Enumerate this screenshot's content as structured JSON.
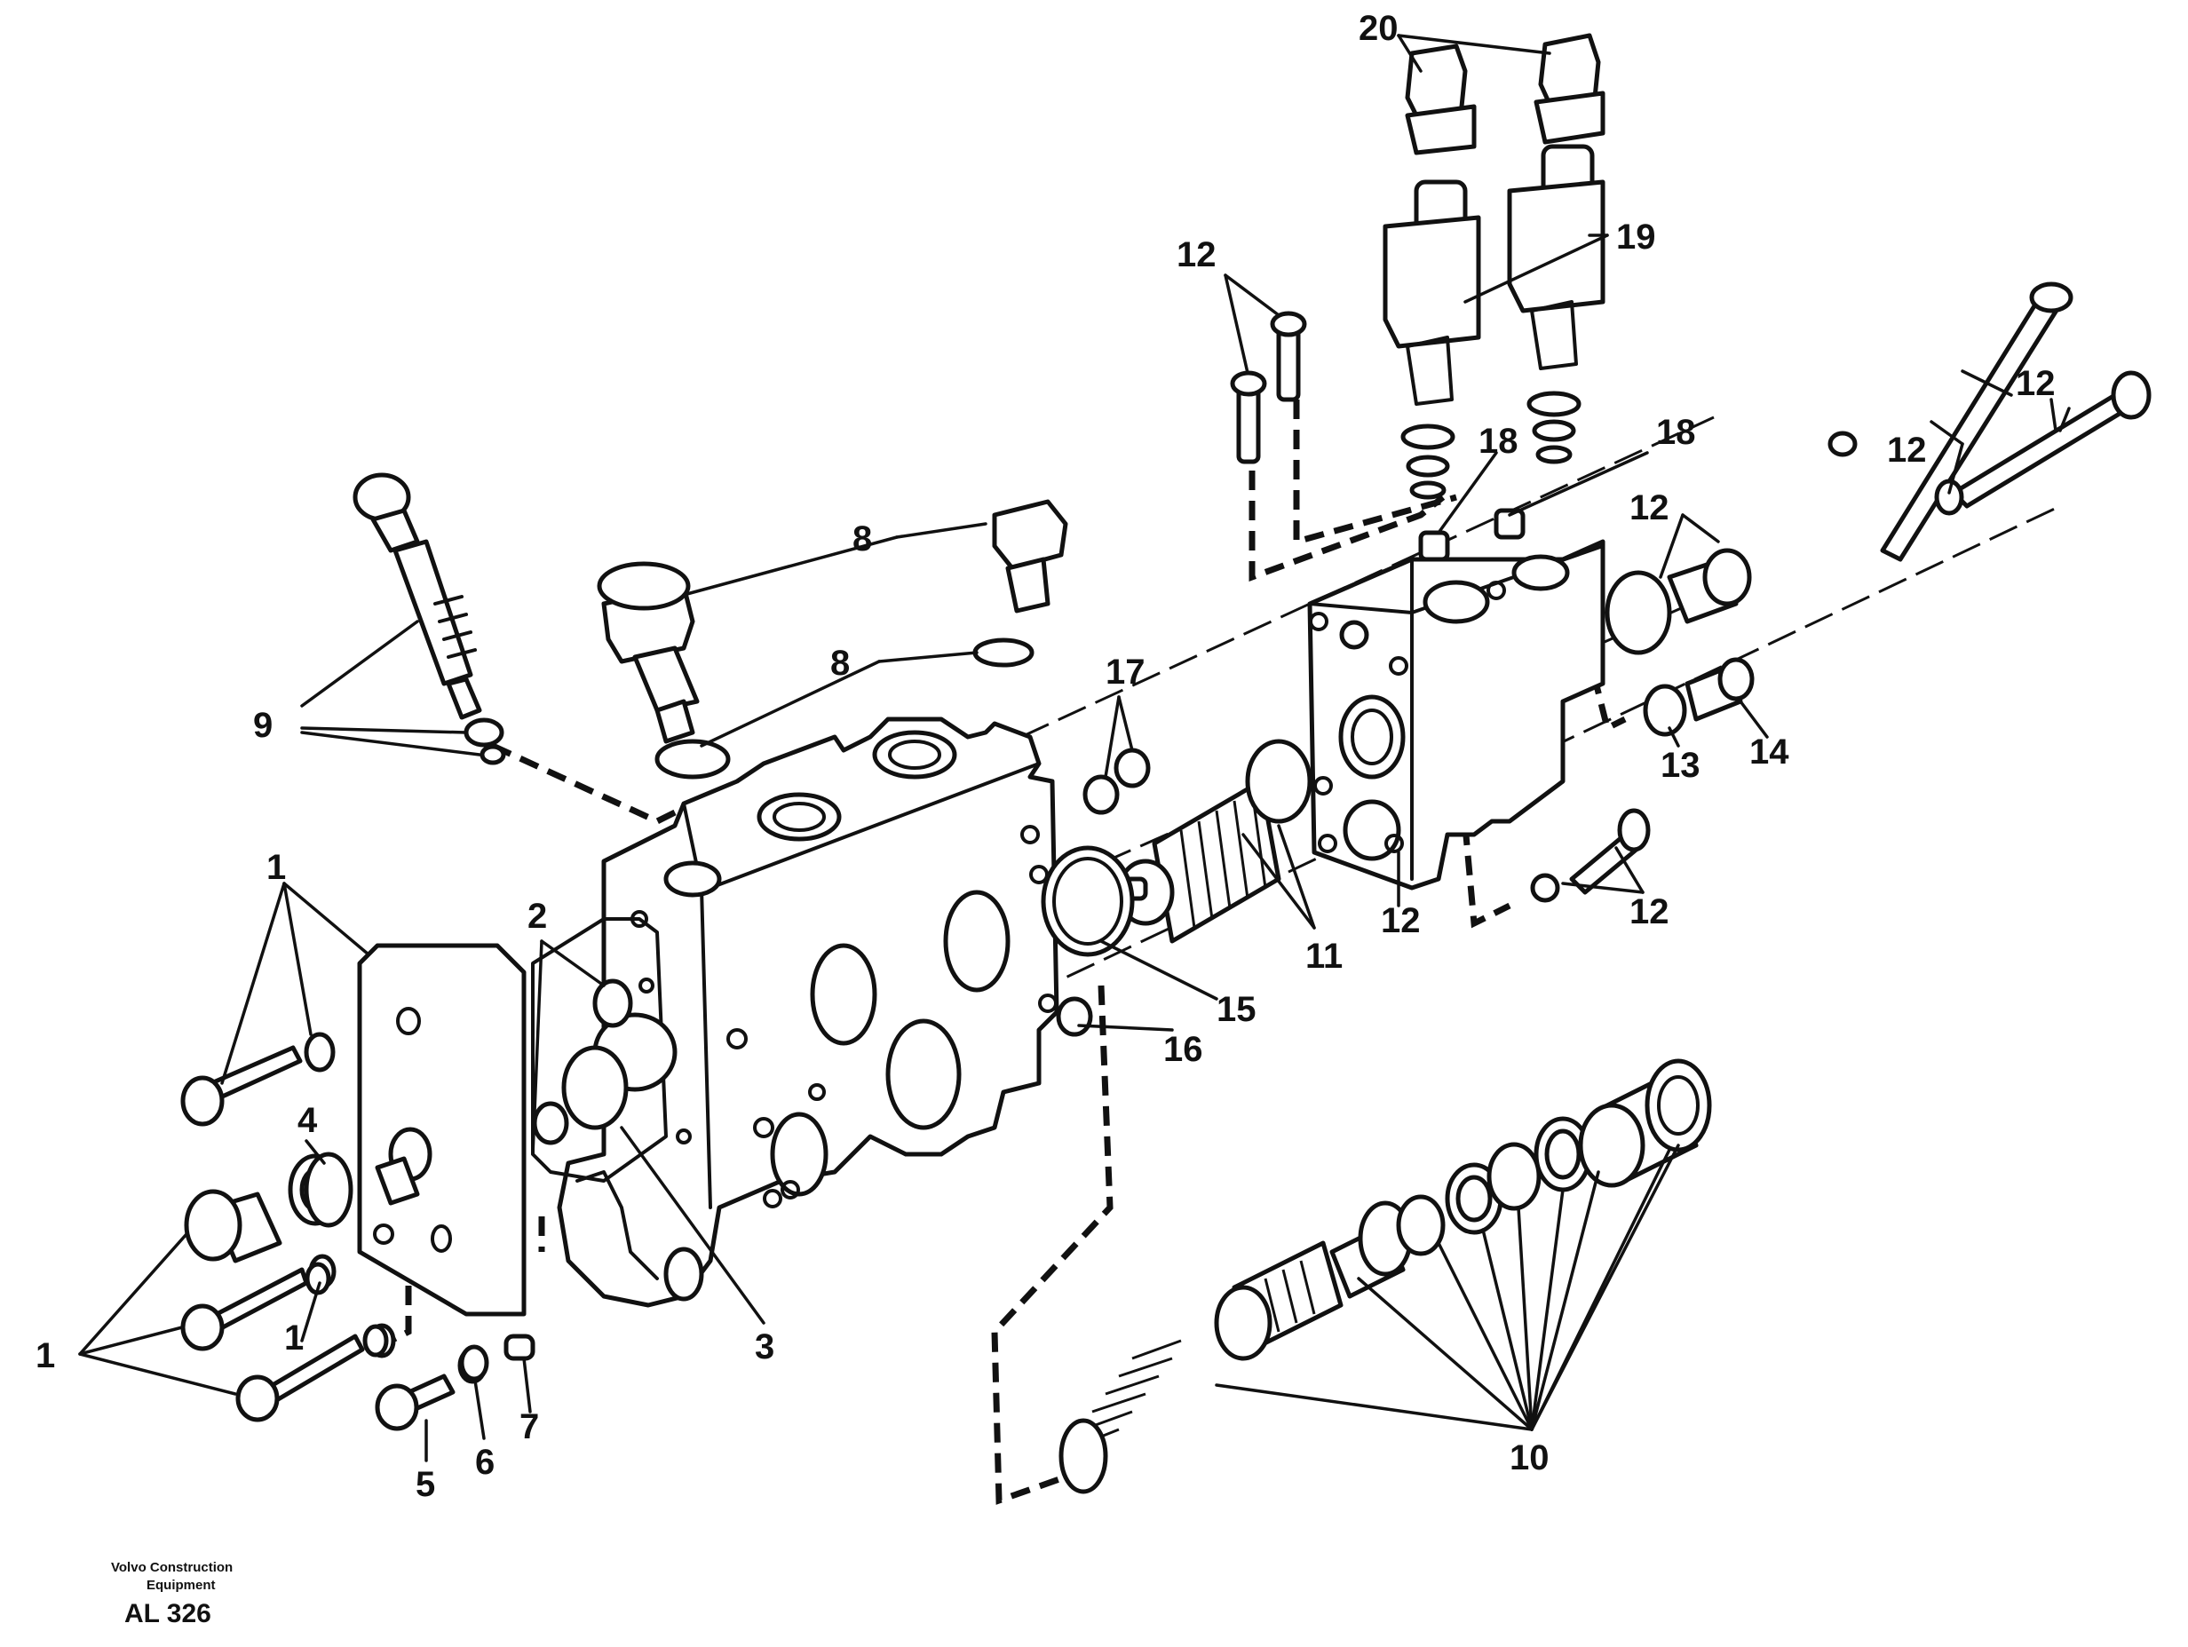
{
  "labels": {
    "n1": "1",
    "n2": "2",
    "n3": "3",
    "n4": "4",
    "n5": "5",
    "n6": "6",
    "n7": "7",
    "n8": "8",
    "n9": "9",
    "n10": "10",
    "n11": "11",
    "n12": "12",
    "n13": "13",
    "n14": "14",
    "n15": "15",
    "n16": "16",
    "n17": "17",
    "n18": "18",
    "n19": "19",
    "n20": "20"
  },
  "credit": {
    "line1": "Volvo Construction",
    "line2": "Equipment",
    "code": "AL 326"
  }
}
